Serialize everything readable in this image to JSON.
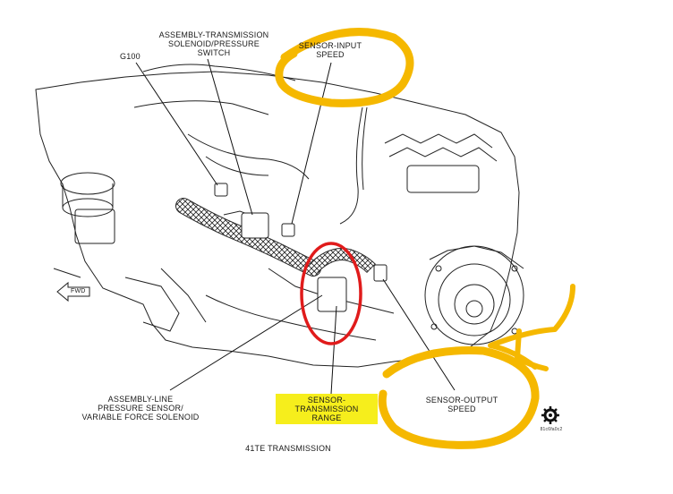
{
  "labels": {
    "g100": "G100",
    "solenoid_switch": "ASSEMBLY-TRANSMISSION\nSOLENOID/PRESSURE\nSWITCH",
    "input_speed": "SENSOR-INPUT\nSPEED",
    "line_pressure": "ASSEMBLY-LINE\nPRESSURE SENSOR/\nVARIABLE FORCE SOLENOID",
    "trans_range": "SENSOR-TRANSMISSION\nRANGE",
    "output_speed": "SENSOR-OUTPUT\nSPEED",
    "caption": "41TE TRANSMISSION",
    "forward": "FWD",
    "figure_code": "81c6fa0c2"
  },
  "colors": {
    "annotation_yellow": "#f5b800",
    "annotation_red": "#e01b1b",
    "label_highlight": "#f6ee1c",
    "line_art": "#222222"
  },
  "icons": [
    "connector-gear-icon",
    "forward-arrow-icon"
  ]
}
